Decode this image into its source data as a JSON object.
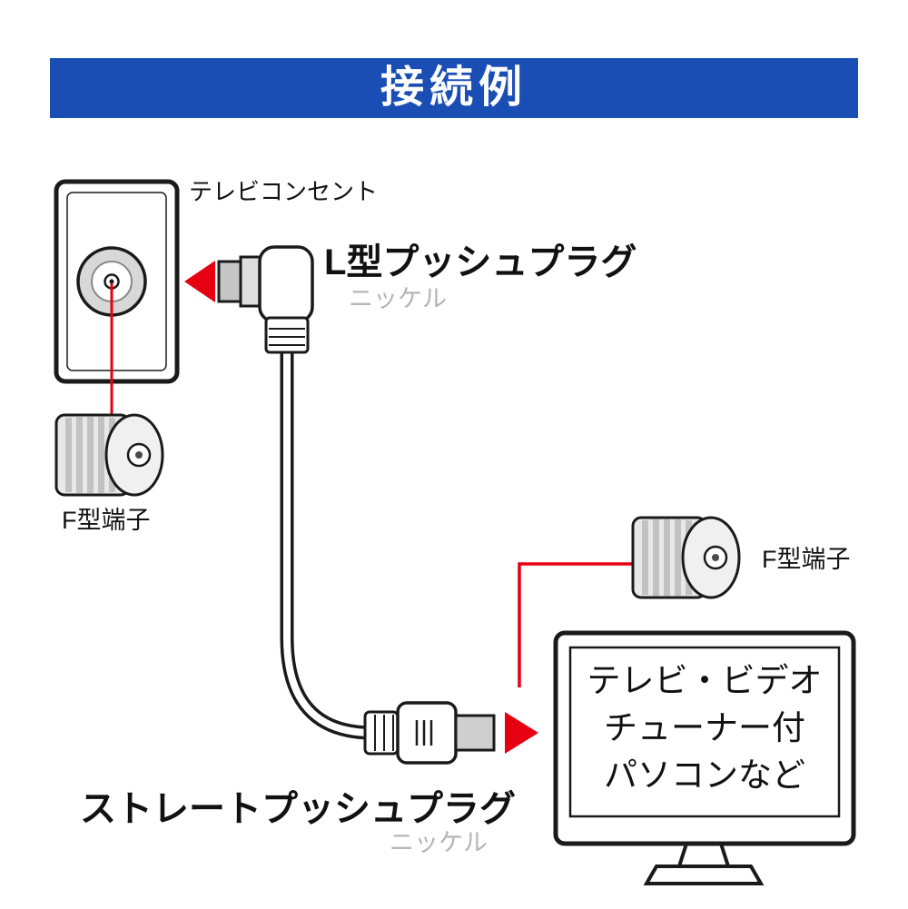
{
  "banner": {
    "title": "接続例"
  },
  "diagram": {
    "outlet_label": "テレビコンセント",
    "l_plug": {
      "name": "L型プッシュプラグ",
      "finish": "ニッケル"
    },
    "straight_plug": {
      "name": "ストレートプッシュプラグ",
      "finish": "ニッケル"
    },
    "f_terminal_left_label": "F型端子",
    "f_terminal_right_label": "F型端子",
    "device": {
      "line1": "テレビ・ビデオ",
      "line2": "チューナー付",
      "line3": "パソコンなど"
    }
  },
  "colors": {
    "banner_blue": "#1b4eb4",
    "accent_red": "#e60012",
    "muted_gray": "#b5b5b5",
    "line_black": "#1a1a1a"
  }
}
